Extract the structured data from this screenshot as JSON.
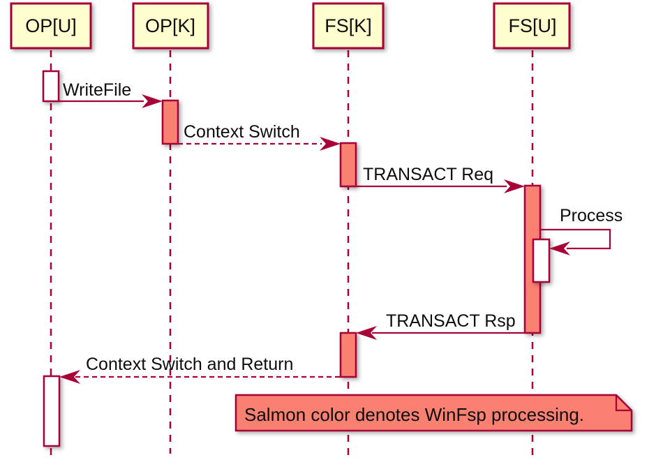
{
  "participants": [
    {
      "id": "op-u",
      "label": "OP[U]"
    },
    {
      "id": "op-k",
      "label": "OP[K]"
    },
    {
      "id": "fs-k",
      "label": "FS[K]"
    },
    {
      "id": "fs-u",
      "label": "FS[U]"
    }
  ],
  "messages": [
    {
      "label": "WriteFile",
      "from": "OP[U]",
      "to": "OP[K]",
      "style": "solid"
    },
    {
      "label": "Context Switch",
      "from": "OP[K]",
      "to": "FS[K]",
      "style": "dashed"
    },
    {
      "label": "TRANSACT Req",
      "from": "FS[K]",
      "to": "FS[U]",
      "style": "solid"
    },
    {
      "label": "Process",
      "from": "FS[U]",
      "to": "FS[U]",
      "style": "self"
    },
    {
      "label": "TRANSACT Rsp",
      "from": "FS[U]",
      "to": "FS[K]",
      "style": "solid"
    },
    {
      "label": "Context Switch and Return",
      "from": "FS[K]",
      "to": "OP[U]",
      "style": "dashed"
    }
  ],
  "note": {
    "text": "Salmon color denotes WinFsp processing."
  },
  "colors": {
    "participant_fill": "#FEFECE",
    "border": "#A80036",
    "salmon": "#FA8072",
    "activation_plain": "#FFFFFF",
    "text": "#0d0d0d",
    "background": "#FFFFFF"
  }
}
